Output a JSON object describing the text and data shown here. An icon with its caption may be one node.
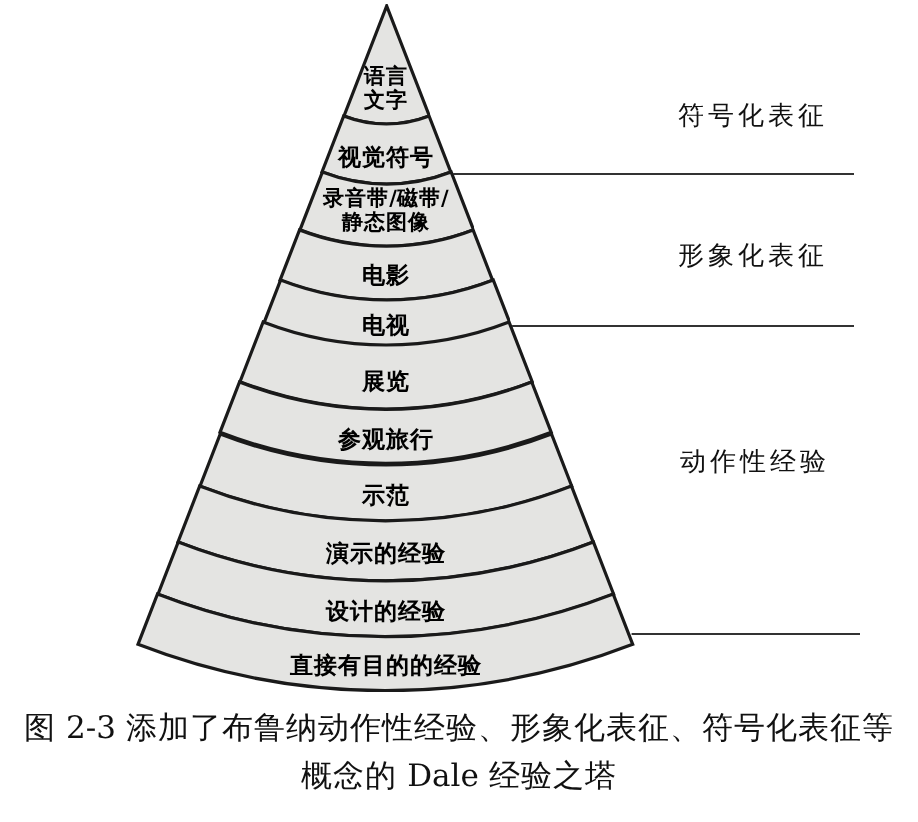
{
  "diagram": {
    "caption": "图 2-3 添加了布鲁纳动作性经验、形象化表征、符号化表征等概念的 Dale 经验之塔",
    "nodes": [
      {
        "text": [
          "语言文字"
        ]
      },
      {
        "text": [
          "视觉符号"
        ]
      },
      {
        "text": [
          "录音带/磁带/静态图像"
        ]
      },
      {
        "text": [
          "电影"
        ]
      },
      {
        "text": [
          "电视"
        ]
      },
      {
        "text": [
          "展览"
        ]
      },
      {
        "text": [
          "参观旅行"
        ]
      },
      {
        "text": [
          "示范"
        ]
      },
      {
        "text": [
          "演示的经验"
        ]
      },
      {
        "text": [
          "设计的经验"
        ]
      },
      {
        "text": [
          "直接有目的的经验"
        ]
      }
    ],
    "labels": [
      "符号化表征",
      "形象化表征",
      "动作性经验"
    ]
  }
}
